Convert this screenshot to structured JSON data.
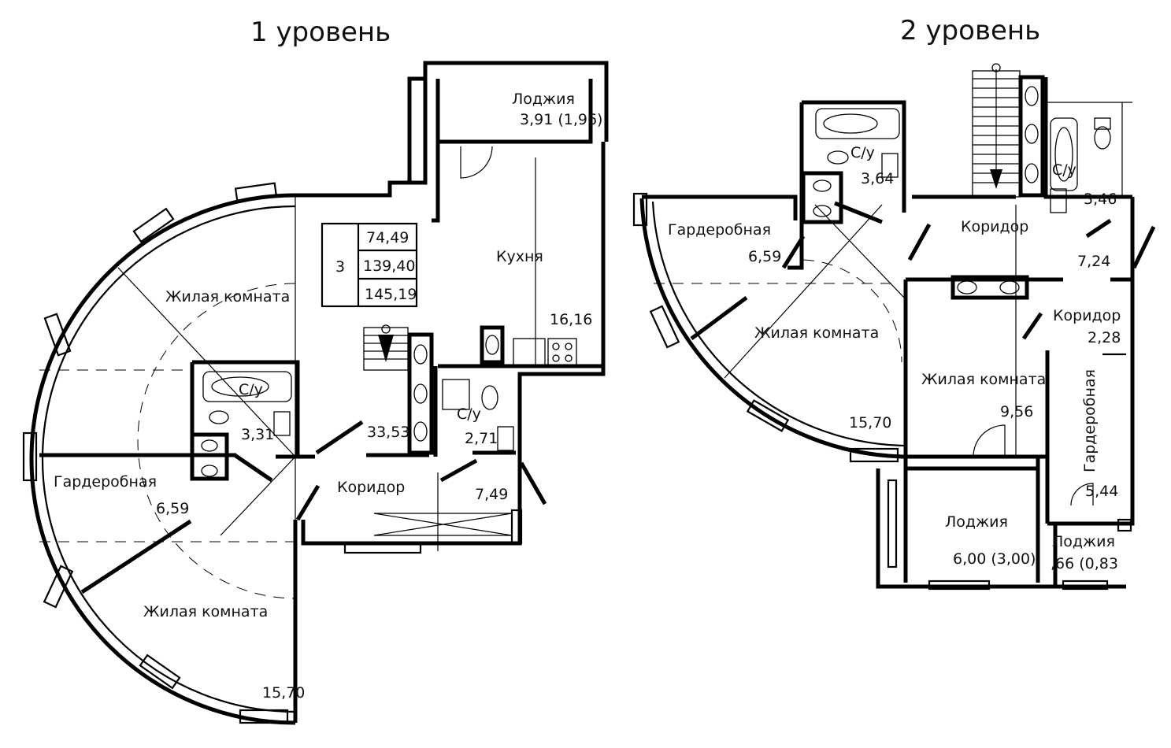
{
  "levels": {
    "level1": {
      "title": "1 уровень"
    },
    "level2": {
      "title": "2 уровень"
    }
  },
  "summary_table": {
    "rooms_count": "3",
    "living_area": "74,49",
    "total_area": "139,40",
    "total_area_with_loggias": "145,19"
  },
  "level1_rooms": {
    "loggia": {
      "name": "Лоджия",
      "area": "3,91 (1,96)"
    },
    "kitchen": {
      "name": "Кухня",
      "area": "16,16"
    },
    "living1": {
      "name": "Жилая комната",
      "area": "33,53"
    },
    "bath1": {
      "name": "С/у",
      "area": "3,31"
    },
    "bath2": {
      "name": "С/у",
      "area": "2,71"
    },
    "wardrobe": {
      "name": "Гардеробная",
      "area": "6,59"
    },
    "corridor": {
      "name": "Коридор",
      "area": "7,49"
    },
    "living2": {
      "name": "Жилая комната",
      "area": "15,70"
    }
  },
  "level2_rooms": {
    "bath1": {
      "name": "С/у",
      "area": "3,64"
    },
    "bath2": {
      "name": "С/у",
      "area": "3,46"
    },
    "wardrobe1": {
      "name": "Гардеробная",
      "area": "6,59"
    },
    "corridor1": {
      "name": "Коридор",
      "area": "7,24"
    },
    "corridor2": {
      "name": "Коридор",
      "area": "2,28"
    },
    "living1": {
      "name": "Жилая комната",
      "area": "15,70"
    },
    "living2": {
      "name": "Жилая комната",
      "area": "9,56"
    },
    "wardrobe2": {
      "name": "Гардеробная",
      "area": "5,44"
    },
    "loggia1": {
      "name": "Лоджия",
      "area": "6,00 (3,00)"
    },
    "loggia2": {
      "name": "Лоджия",
      "area": ",66 (0,83"
    }
  }
}
